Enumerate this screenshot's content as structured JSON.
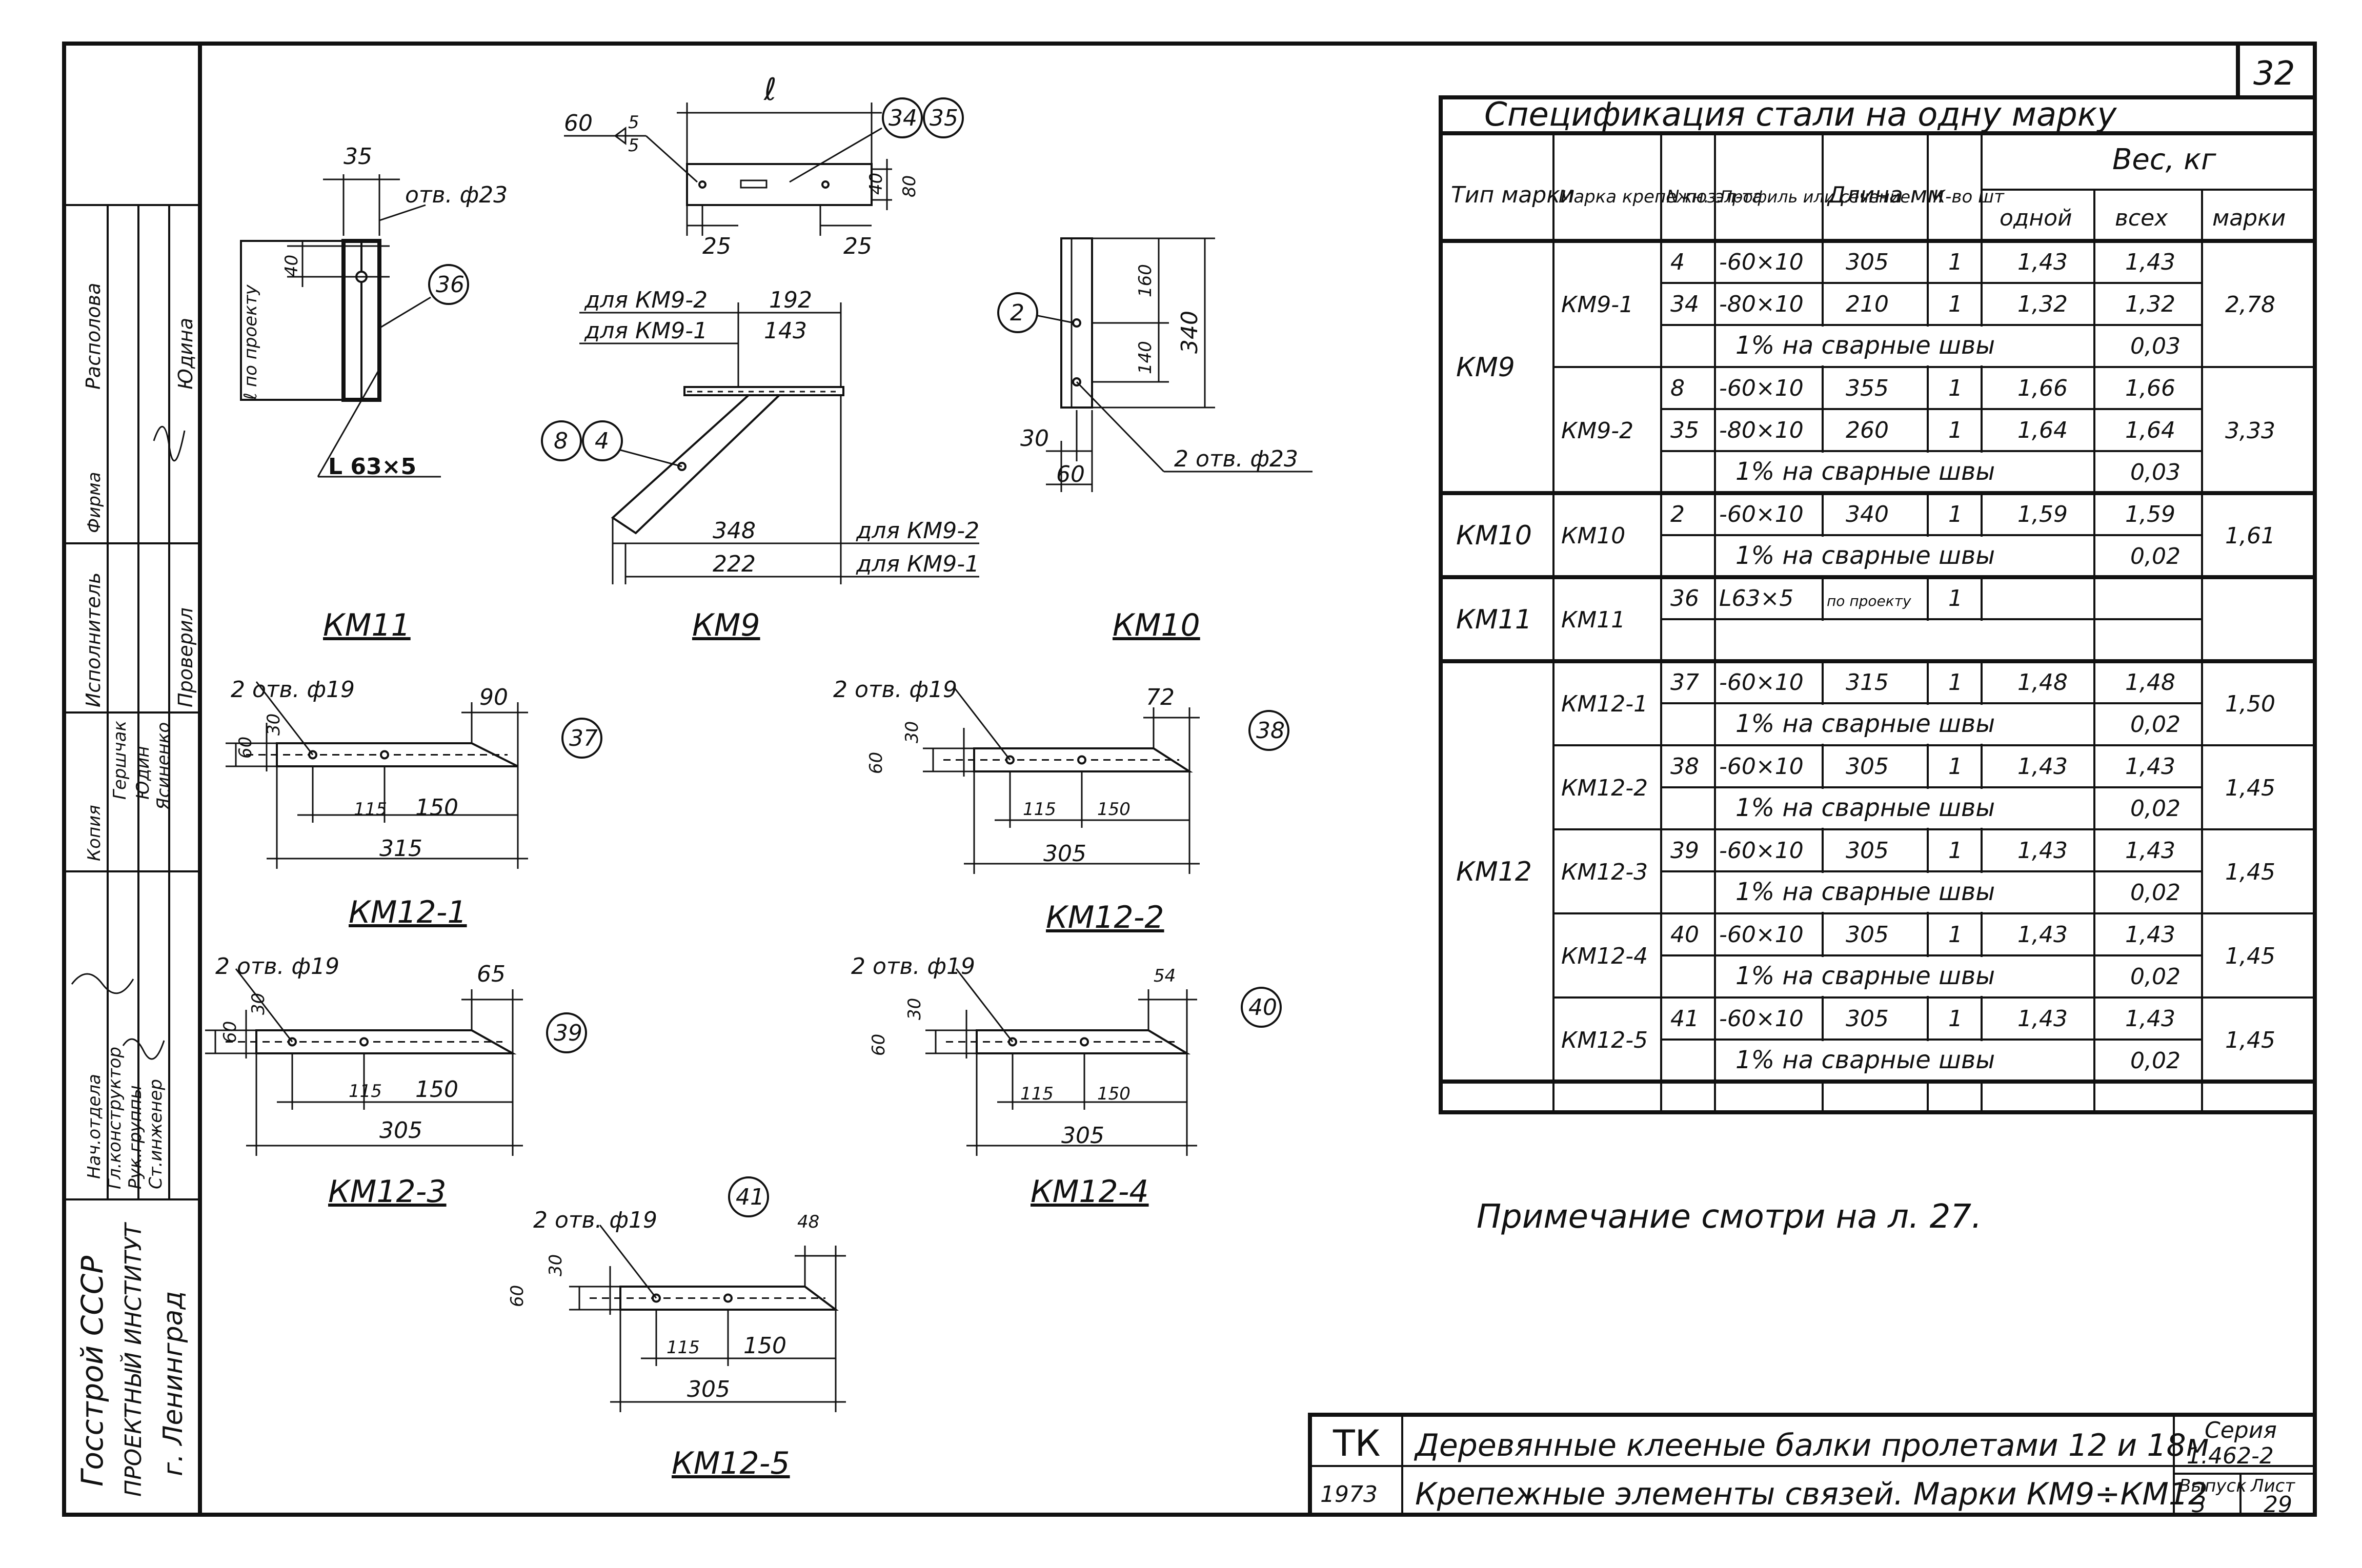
{
  "sheet_number": "32",
  "stamp_block": {
    "org_line1": "Госстрой СССР",
    "org_line2": "ПРОЕКТНЫЙ ИНСТИТУТ",
    "org_line3": "г. Ленинград",
    "roles": [
      "Нач.отдела",
      "Гл.конструктор",
      "Рук.группы",
      "Ст.инженер",
      "Исполнитель",
      "Проверил"
    ],
    "names": [
      "Гершчак",
      "Юдин",
      "Ясиненко",
      "Юдина",
      "Располова"
    ],
    "sign_labels": [
      "Копия",
      "Фирма"
    ]
  },
  "specification_table": {
    "title": "Спецификация стали на одну марку",
    "headers": {
      "type": "Тип марки",
      "mark": "Марка крепежн. эл-та",
      "pos": "N поз.",
      "profile": "Профиль или сечение",
      "length": "Длина мм",
      "qty": "К-во шт",
      "weight": "Вес, кг",
      "w_one": "одной",
      "w_all": "всех",
      "w_mark": "марки"
    },
    "groups": [
      {
        "type": "КМ9",
        "marks": [
          {
            "mark": "КМ9-1",
            "rows": [
              {
                "pos": "4",
                "profile": "-60×10",
                "length": "305",
                "qty": "1",
                "one": "1,43",
                "all": "1,43"
              },
              {
                "pos": "34",
                "profile": "-80×10",
                "length": "210",
                "qty": "1",
                "one": "1,32",
                "all": "1,32"
              }
            ],
            "weld": "1% на сварные швы",
            "weld_val": "0,03",
            "total": "2,78"
          },
          {
            "mark": "КМ9-2",
            "rows": [
              {
                "pos": "8",
                "profile": "-60×10",
                "length": "355",
                "qty": "1",
                "one": "1,66",
                "all": "1,66"
              },
              {
                "pos": "35",
                "profile": "-80×10",
                "length": "260",
                "qty": "1",
                "one": "1,64",
                "all": "1,64"
              }
            ],
            "weld": "1% на сварные швы",
            "weld_val": "0,03",
            "total": "3,33"
          }
        ]
      },
      {
        "type": "КМ10",
        "marks": [
          {
            "mark": "КМ10",
            "rows": [
              {
                "pos": "2",
                "profile": "-60×10",
                "length": "340",
                "qty": "1",
                "one": "1,59",
                "all": "1,59"
              }
            ],
            "weld": "1% на сварные швы",
            "weld_val": "0,02",
            "total": "1,61"
          }
        ]
      },
      {
        "type": "КМ11",
        "marks": [
          {
            "mark": "КМ11",
            "rows": [
              {
                "pos": "36",
                "profile": "L63×5",
                "length": "по проекту",
                "qty": "1",
                "one": "",
                "all": ""
              }
            ],
            "weld": "",
            "weld_val": "",
            "total": ""
          }
        ]
      },
      {
        "type": "КМ12",
        "marks": [
          {
            "mark": "КМ12-1",
            "rows": [
              {
                "pos": "37",
                "profile": "-60×10",
                "length": "315",
                "qty": "1",
                "one": "1,48",
                "all": "1,48"
              }
            ],
            "weld": "1% на сварные швы",
            "weld_val": "0,02",
            "total": "1,50"
          },
          {
            "mark": "КМ12-2",
            "rows": [
              {
                "pos": "38",
                "profile": "-60×10",
                "length": "305",
                "qty": "1",
                "one": "1,43",
                "all": "1,43"
              }
            ],
            "weld": "1% на сварные швы",
            "weld_val": "0,02",
            "total": "1,45"
          },
          {
            "mark": "КМ12-3",
            "rows": [
              {
                "pos": "39",
                "profile": "-60×10",
                "length": "305",
                "qty": "1",
                "one": "1,43",
                "all": "1,43"
              }
            ],
            "weld": "1% на сварные швы",
            "weld_val": "0,02",
            "total": "1,45"
          },
          {
            "mark": "КМ12-4",
            "rows": [
              {
                "pos": "40",
                "profile": "-60×10",
                "length": "305",
                "qty": "1",
                "one": "1,43",
                "all": "1,43"
              }
            ],
            "weld": "1% на сварные швы",
            "weld_val": "0,02",
            "total": "1,45"
          },
          {
            "mark": "КМ12-5",
            "rows": [
              {
                "pos": "41",
                "profile": "-60×10",
                "length": "305",
                "qty": "1",
                "one": "1,43",
                "all": "1,43"
              }
            ],
            "weld": "1% на сварные швы",
            "weld_val": "0,02",
            "total": "1,45"
          }
        ]
      }
    ]
  },
  "note": "Примечание смотри на л. 27.",
  "title_block": {
    "code": "ТК",
    "year": "1973",
    "title_line1": "Деревянные клееные балки пролетами 12 и 18м",
    "title_line2": "Крепежные элементы связей. Марки КМ9÷КМ12",
    "series_label": "Серия",
    "series_value": "1.462-2",
    "issue_label": "Выпуск",
    "issue_value": "3",
    "sheet_label": "Лист",
    "sheet_value": "29"
  },
  "drawings": {
    "km11": {
      "caption": "КМ11",
      "dim_35": "35",
      "dim_40": "40",
      "hole": "отв. ф23",
      "len": "ℓ по проекту",
      "angle": "L 63×5",
      "pos": "36"
    },
    "km9": {
      "caption": "КМ9",
      "weld": "60",
      "weld_frac_top": "5",
      "weld_frac_bot": "5",
      "dim_l": "ℓ",
      "dim_25a": "25",
      "dim_25b": "25",
      "dim_40": "40",
      "dim_80": "80",
      "pos_a": "34",
      "pos_b": "35",
      "lbl_km92_top": "для КМ9-2",
      "val_192": "192",
      "lbl_km91_top": "для КМ9-1",
      "val_143": "143",
      "pos_c": "8",
      "pos_d": "4",
      "val_348": "348",
      "lbl_km92_bot": "для КМ9-2",
      "val_222": "222",
      "lbl_km91_bot": "для КМ9-1"
    },
    "km10": {
      "caption": "КМ10",
      "pos": "2",
      "dim_160": "160",
      "dim_140": "140",
      "dim_340": "340",
      "dim_30": "30",
      "dim_60": "60",
      "holes": "2 отв. ф23"
    },
    "km12_1": {
      "caption": "КМ12-1",
      "holes": "2 отв. ф19",
      "d60": "60",
      "d30": "30",
      "d_tip": "90",
      "d115": "115",
      "d150": "150",
      "total": "315",
      "pos": "37"
    },
    "km12_2": {
      "caption": "КМ12-2",
      "holes": "2 отв. ф19",
      "d60": "60",
      "d30": "30",
      "d_tip": "72",
      "d115": "115",
      "d150": "150",
      "total": "305",
      "pos": "38"
    },
    "km12_3": {
      "caption": "КМ12-3",
      "holes": "2 отв. ф19",
      "d60": "60",
      "d30": "30",
      "d_tip": "65",
      "d115": "115",
      "d150": "150",
      "total": "305",
      "pos": "39"
    },
    "km12_4": {
      "caption": "КМ12-4",
      "holes": "2 отв. ф19",
      "d60": "60",
      "d30": "30",
      "d_tip": "54",
      "d115": "115",
      "d150": "150",
      "total": "305",
      "pos": "40"
    },
    "km12_5": {
      "caption": "КМ12-5",
      "holes": "2 отв. ф19",
      "d60": "60",
      "d30": "30",
      "d_tip": "48",
      "d115": "115",
      "d150": "150",
      "total": "305",
      "pos": "41"
    }
  }
}
